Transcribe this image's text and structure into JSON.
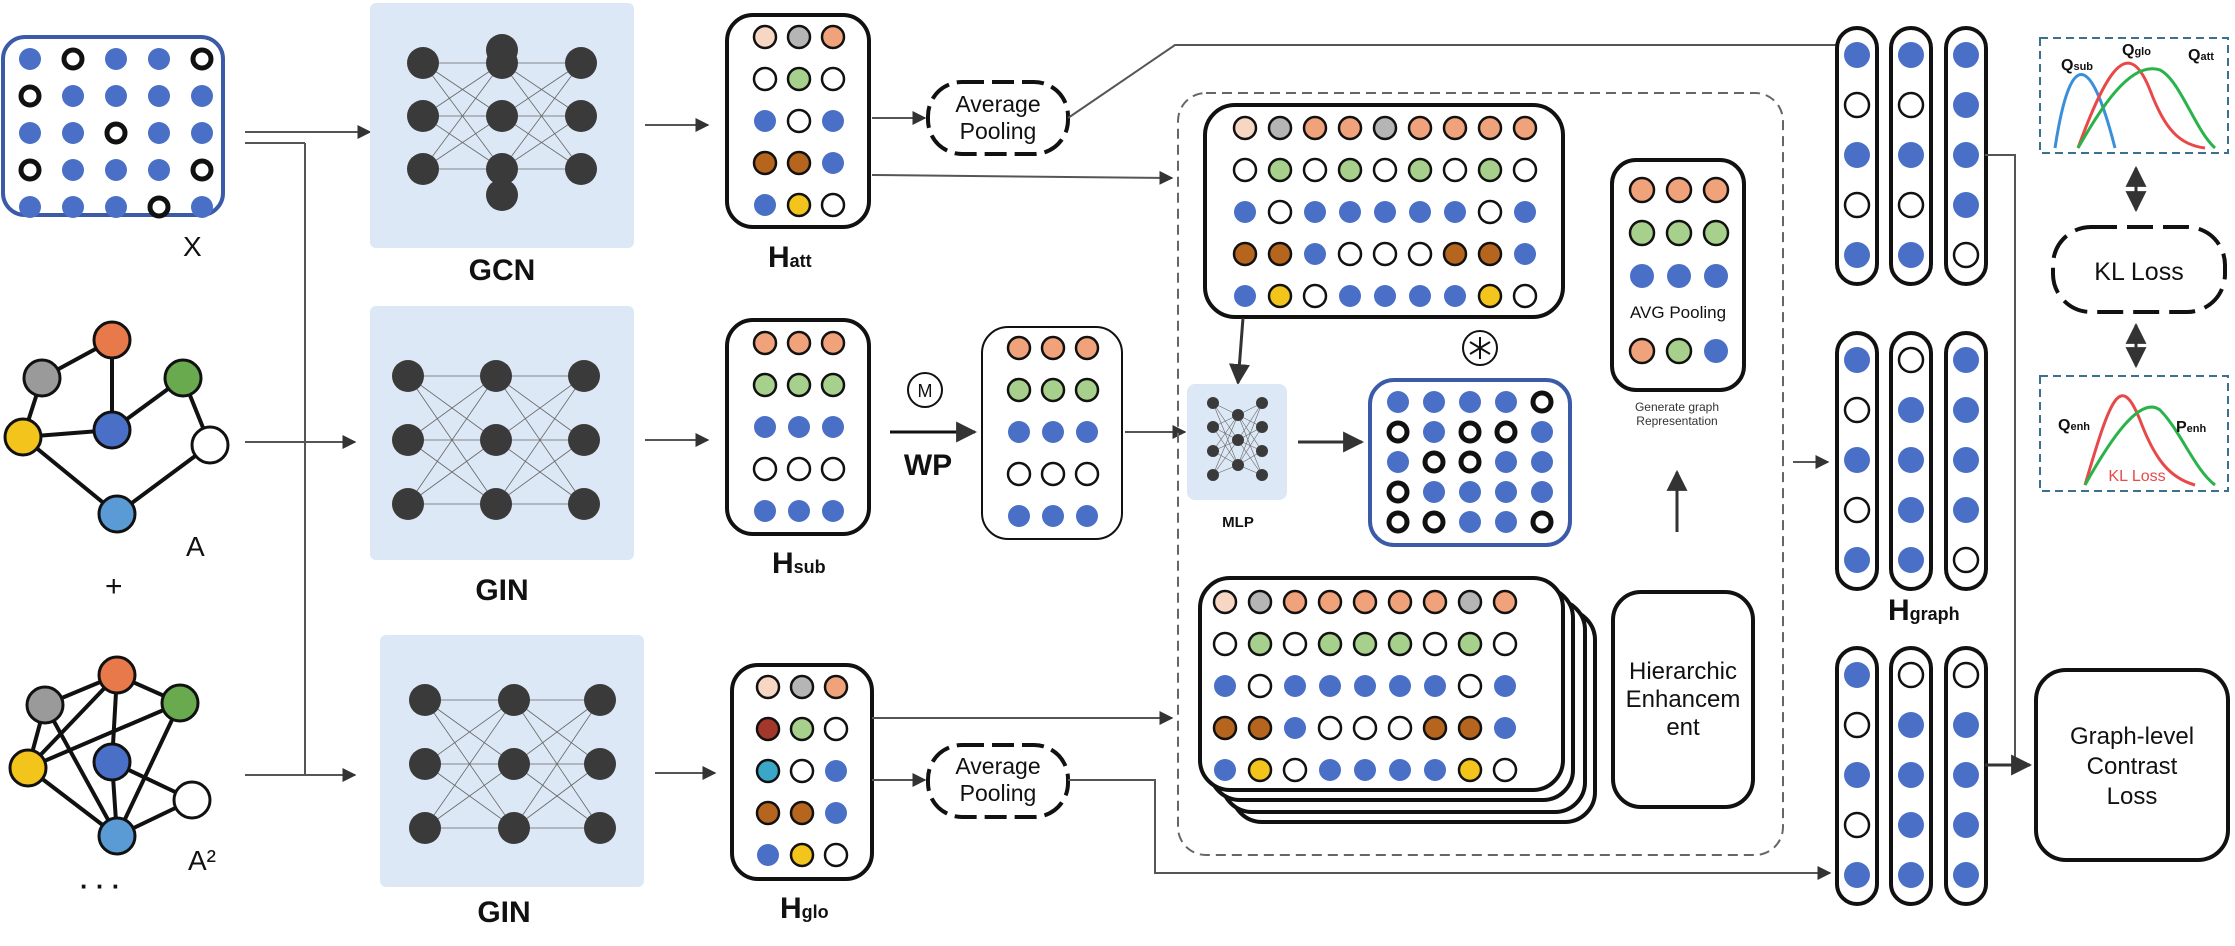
{
  "inputs": {
    "x_label": "X",
    "a_label": "A",
    "plus": "+",
    "a2_label": "A²",
    "ellipsis": "· · ·"
  },
  "encoders": {
    "gcn": "GCN",
    "gin_top": "GIN",
    "gin_bottom": "GIN"
  },
  "embeddings": {
    "h_att": {
      "base": "H",
      "sub": "att"
    },
    "h_sub": {
      "base": "H",
      "sub": "sub"
    },
    "h_glo": {
      "base": "H",
      "sub": "glo"
    },
    "h_graph": {
      "base": "H",
      "sub": "graph"
    }
  },
  "ops": {
    "average_pooling_top": [
      "Average",
      "Pooling"
    ],
    "average_pooling_bottom": [
      "Average",
      "Pooling"
    ],
    "m_symbol": "M",
    "wp": "WP",
    "mlp": "MLP",
    "avg_pooling": "AVG Pooling",
    "generate_graph": [
      "Generate graph",
      "Representation"
    ],
    "hierarchic_enhancement": [
      "Hierarchic",
      "Enhancem",
      "ent"
    ]
  },
  "losses": {
    "kl_loss": "KL Loss",
    "graph_level_contrast": [
      "Graph-level",
      "Contrast",
      "Loss"
    ],
    "q_sub": {
      "base": "Q",
      "sub": "sub"
    },
    "q_glo": {
      "base": "Q",
      "sub": "glo"
    },
    "q_att": {
      "base": "Q",
      "sub": "att"
    },
    "q_enh": {
      "base": "Q",
      "sub": "enh"
    },
    "p_enh": {
      "base": "P",
      "sub": "enh"
    },
    "kl_loss_red": "KL Loss"
  },
  "colors": {
    "blue_node": "#4a6fc7",
    "panel_bg": "#dce8f5",
    "orange": "#e8794a",
    "green": "#6aaa4e",
    "gray": "#9a9a9a",
    "yellow": "#f2c41c",
    "light_blue": "#5b9bd5",
    "curve_blue": "#3a8fd8",
    "curve_green": "#2ab34a",
    "curve_red": "#e84848"
  }
}
